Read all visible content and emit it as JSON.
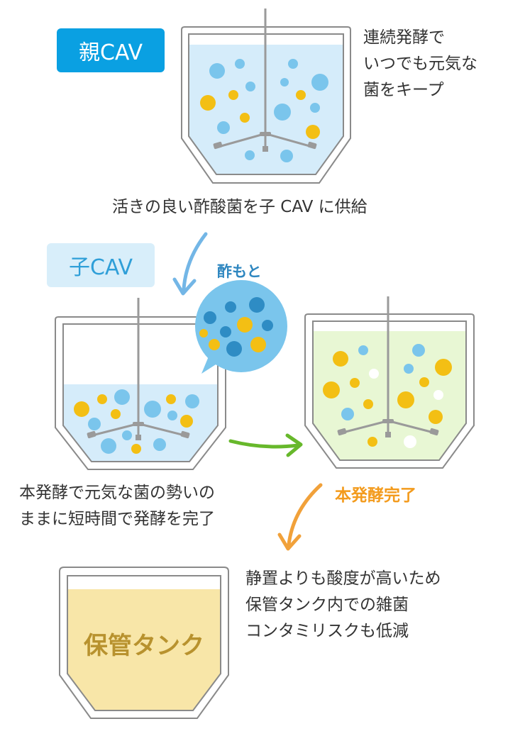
{
  "parent_cav": {
    "badge": "親CAV",
    "description": [
      "連続発酵で",
      "いつでも元気な",
      "菌をキープ"
    ]
  },
  "supply_text": "活きの良い酢酸菌を子 CAV に供給",
  "child_cav": {
    "badge": "子CAV",
    "starter_label": "酢もと",
    "description": [
      "本発酵で元気な菌の勢いの",
      "ままに短時間で発酵を完了"
    ]
  },
  "complete_label": "本発酵完了",
  "storage": {
    "tank_label": "保管タンク",
    "description": [
      "静置よりも酸度が高いため",
      "保管タンク内での雑菌",
      "コンタミリスクも低減"
    ]
  },
  "colors": {
    "parent_badge_bg": "#0aa0e2",
    "child_badge_bg": "#d8eefa",
    "child_badge_text": "#2f9fd8",
    "starter_label": "#2f87c0",
    "complete_label": "#f39b1d",
    "tank_label": "#b8922e",
    "liquid_blue": "#d5ecfa",
    "liquid_green": "#e8f7d4",
    "liquid_yellow": "#f8e6a8",
    "bubble_blue": "#7ac5ec",
    "bubble_yellow": "#f3bf14",
    "arrow_blue": "#73b6e6",
    "arrow_green": "#67b82b",
    "arrow_orange": "#f1a13a"
  }
}
